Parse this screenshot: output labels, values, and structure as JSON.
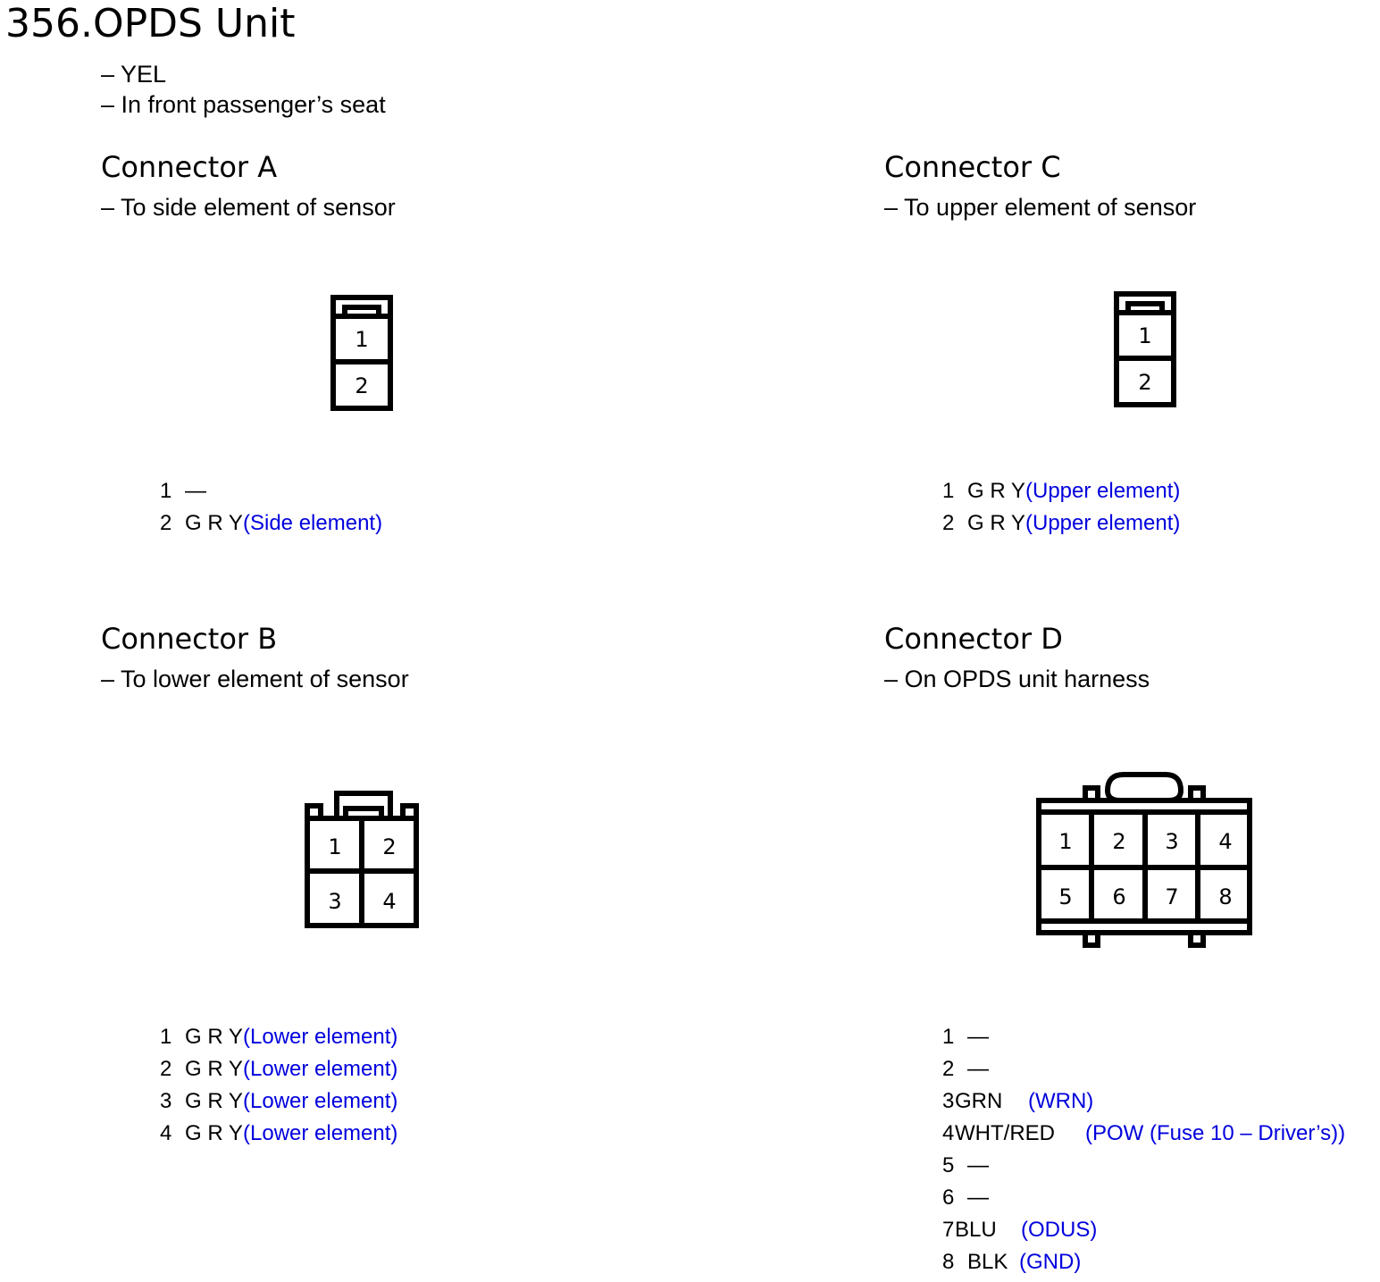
{
  "title": "356.OPDS Unit",
  "unit_info": [
    "– YEL",
    "– In front passenger’s seat"
  ],
  "connectors": {
    "a": {
      "name": "Connector A",
      "location": "– To side element of sensor",
      "cavities": [
        "1",
        "2"
      ],
      "pins": [
        {
          "num": "1",
          "color": "—",
          "desc": ""
        },
        {
          "num": "2",
          "color": "G R Y",
          "desc": "(Side element)"
        }
      ]
    },
    "c": {
      "name": "Connector C",
      "location": "– To upper element of sensor",
      "cavities": [
        "1",
        "2"
      ],
      "pins": [
        {
          "num": "1",
          "color": "G R Y",
          "desc": "(Upper element)"
        },
        {
          "num": "2",
          "color": "G R Y",
          "desc": "(Upper element)"
        }
      ]
    },
    "b": {
      "name": "Connector B",
      "location": "– To lower element of sensor",
      "cavities": [
        "1",
        "2",
        "3",
        "4"
      ],
      "pins": [
        {
          "num": "1",
          "color": "G R Y",
          "desc": "(Lower element)"
        },
        {
          "num": "2",
          "color": "G R Y",
          "desc": "(Lower element)"
        },
        {
          "num": "3",
          "color": "G R Y",
          "desc": "(Lower element)"
        },
        {
          "num": "4",
          "color": "G R Y",
          "desc": "(Lower element)"
        }
      ]
    },
    "d": {
      "name": "Connector D",
      "location": "– On OPDS unit harness",
      "cavities": [
        "1",
        "2",
        "3",
        "4",
        "5",
        "6",
        "7",
        "8"
      ],
      "pins": [
        {
          "num": "1",
          "color": "—",
          "desc": ""
        },
        {
          "num": "2",
          "color": "—",
          "desc": ""
        },
        {
          "num": "3",
          "color": "GRN",
          "desc": "(WRN)"
        },
        {
          "num": "4",
          "color": "WHT/RED",
          "desc": "(POW (Fuse 10 – Driver’s))"
        },
        {
          "num": "5",
          "color": "—",
          "desc": ""
        },
        {
          "num": "6",
          "color": "—",
          "desc": ""
        },
        {
          "num": "7",
          "color": "BLU",
          "desc": "(ODUS)"
        },
        {
          "num": "8",
          "color": "BLK",
          "desc": "(GND)"
        }
      ]
    }
  },
  "colors": {
    "text": "#000000",
    "description": "#0000dd",
    "background": "#ffffff"
  }
}
